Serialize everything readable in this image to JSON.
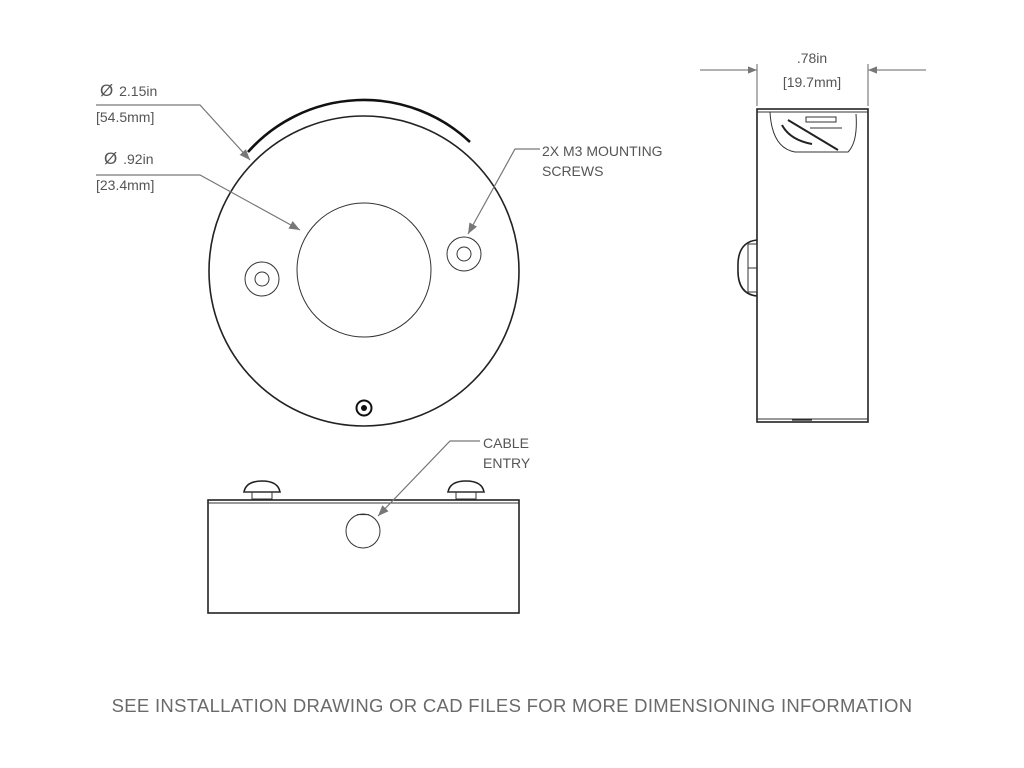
{
  "top_view": {
    "outer_diameter": {
      "symbol": "Ø",
      "inches": "2.15in",
      "metric": "[54.5mm]"
    },
    "inner_diameter": {
      "symbol": "Ø",
      "inches": ".92in",
      "metric": "[23.4mm]"
    },
    "screw_callout": [
      "2X M3 MOUNTING",
      "SCREWS"
    ]
  },
  "side_view": {
    "width": {
      "inches": ".78in",
      "metric": "[19.7mm]"
    }
  },
  "front_view": {
    "cable_callout": [
      "CABLE",
      "ENTRY"
    ]
  },
  "footer": "SEE INSTALLATION DRAWING OR CAD FILES FOR MORE DIMENSIONING INFORMATION",
  "colors": {
    "line": "#222222",
    "text": "#555555",
    "leader": "#777777"
  }
}
